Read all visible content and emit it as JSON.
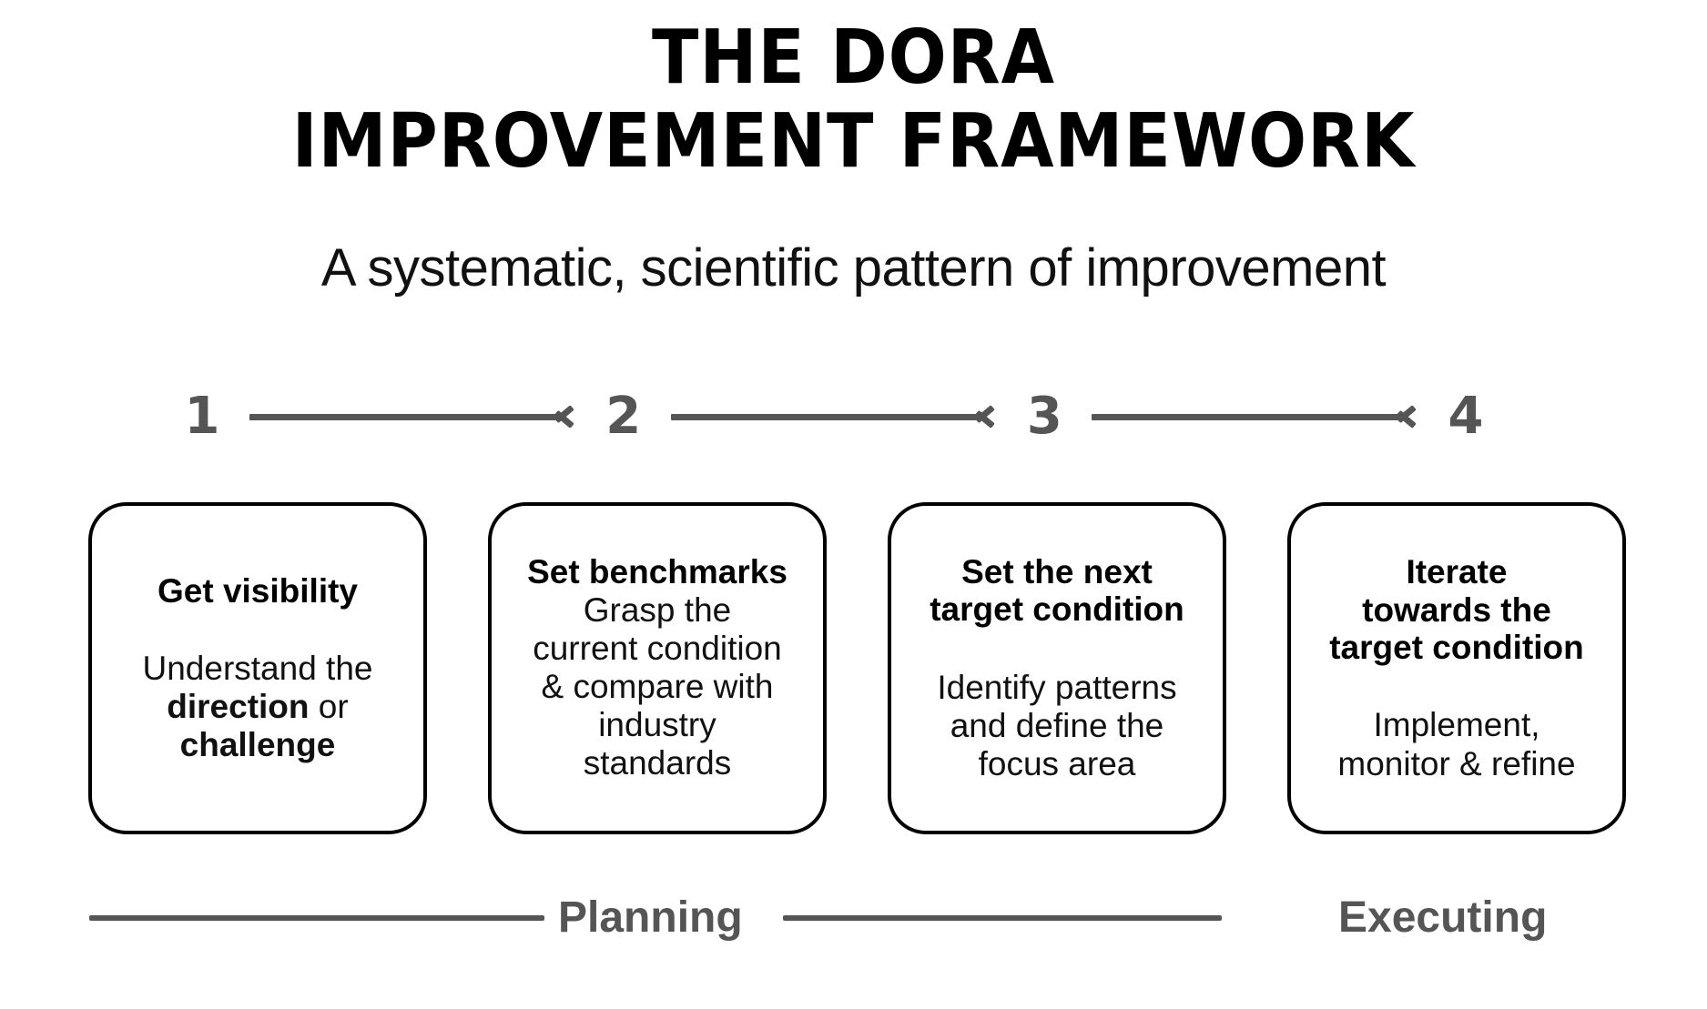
{
  "title": {
    "line1": "THE DORA",
    "line2": "IMPROVEMENT FRAMEWORK"
  },
  "subtitle": "A systematic, scientific pattern of improvement",
  "steps": [
    {
      "number": "1"
    },
    {
      "number": "2"
    },
    {
      "number": "3"
    },
    {
      "number": "4"
    }
  ],
  "cards": [
    {
      "heading": "Get visibility",
      "body_prefix": "Understand the\n",
      "body_bold_1": "direction",
      "body_mid": " or\n",
      "body_bold_2": "challenge"
    },
    {
      "heading": "Set benchmarks",
      "body": "Grasp the\ncurrent condition\n& compare with\nindustry\nstandards"
    },
    {
      "heading": "Set the next\ntarget condition",
      "body": "Identify patterns\nand define the\nfocus area"
    },
    {
      "heading": "Iterate\ntowards the\ntarget condition",
      "body": "Implement,\nmonitor & refine"
    }
  ],
  "phases": {
    "planning": "Planning",
    "executing": "Executing"
  },
  "colors": {
    "accent_gray": "#555555",
    "text_black": "#000000",
    "background": "#ffffff"
  }
}
